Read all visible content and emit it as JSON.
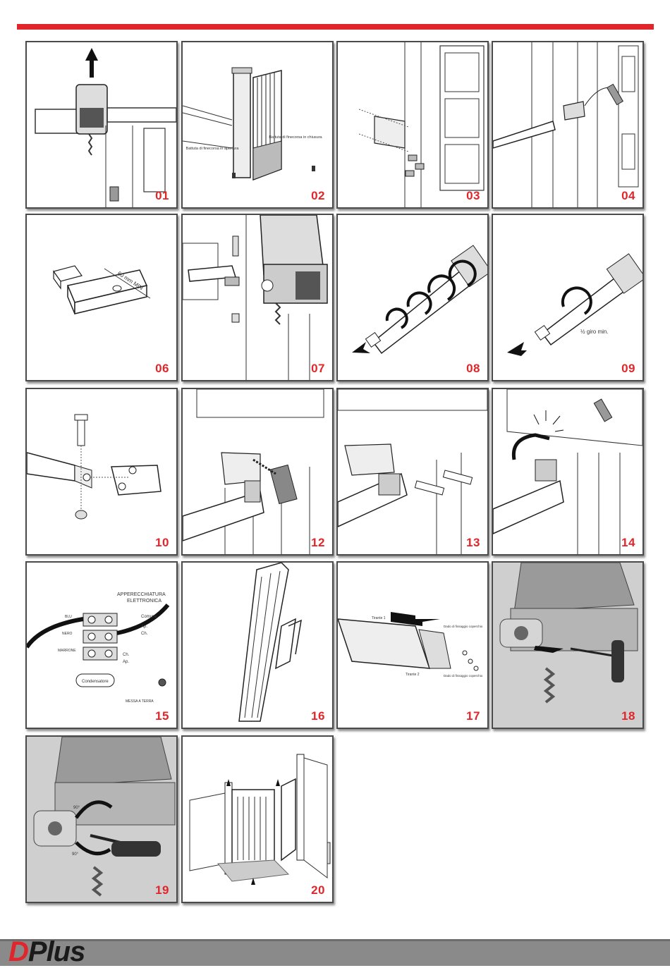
{
  "panels": [
    {
      "num": "01"
    },
    {
      "num": "02",
      "labels": [
        "Battuta di finecorsa in chiusura",
        "Battuta di finecorsa in apertura"
      ]
    },
    {
      "num": "03"
    },
    {
      "num": "04"
    },
    {
      "num": "06",
      "labels": [
        "60 mm MIN"
      ]
    },
    {
      "num": "07"
    },
    {
      "num": "08"
    },
    {
      "num": "09",
      "labels": [
        "½ giro min."
      ]
    },
    {
      "num": "10"
    },
    {
      "num": "12"
    },
    {
      "num": "13"
    },
    {
      "num": "14"
    },
    {
      "num": "15",
      "labels": [
        "APPERECCHIATURA",
        "ELETTRONICA",
        "BLU",
        "NERO",
        "MARRONE",
        "Comune",
        "Ap.",
        "Ch.",
        "Ch.",
        "Ap.",
        "Condensatore",
        "MESSA A TERRA"
      ]
    },
    {
      "num": "16"
    },
    {
      "num": "17",
      "labels": [
        "Tirante 1",
        "Tirante 2",
        "Dado di fissaggio coperchio",
        "Dado di fissaggio coperchio"
      ]
    },
    {
      "num": "18"
    },
    {
      "num": "19",
      "labels": [
        "90°",
        "90°"
      ]
    },
    {
      "num": "20"
    }
  ],
  "brand": {
    "logo_d": "D",
    "logo_plus": "Plus"
  },
  "colors": {
    "accent": "#e0262a",
    "footer": "#8a8a8a"
  }
}
